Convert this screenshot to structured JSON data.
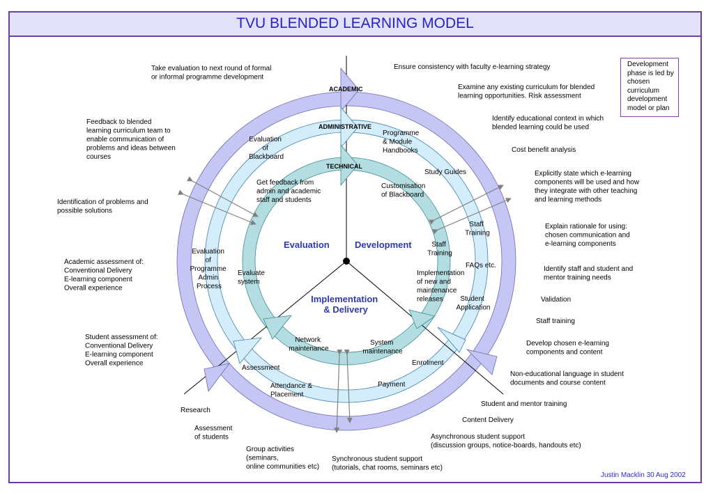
{
  "title": "TVU BLENDED LEARNING MODEL",
  "author": "Justin Macklin 30 Aug 2002",
  "dev_note": "Development phase is led by chosen curriculum development model or plan",
  "colors": {
    "frame": "#6a3fa6",
    "title_bg": "#e3e2fb",
    "title_text": "#2b1ec4",
    "outer_ring": "#c6c6f4",
    "middle_ring": "#d3eefa",
    "inner_ring": "#b3dde0",
    "sector_text": "#2f3aa8"
  },
  "rings": {
    "academic": "ACADEMIC",
    "administrative": "ADMINISTRATIVE",
    "technical": "TECHNICAL"
  },
  "sectors": {
    "evaluation": "Evaluation",
    "development": "Development",
    "implementation": [
      "Implementation",
      "& Delivery"
    ]
  },
  "labels": {
    "take_eval": [
      "Take evaluation to next round of formal",
      "or informal programme development"
    ],
    "feedback_blended": [
      "Feedback to blended",
      "learning curriculum team to",
      "enable communication of",
      "problems and ideas between",
      "courses"
    ],
    "identification": [
      "Identification of problems and",
      "possible solutions"
    ],
    "academic_assessment": [
      "Academic assessment of:",
      "Conventional Delivery",
      "E-learning component",
      "Overall experience"
    ],
    "student_assessment": [
      "Student assessment of:",
      "Conventional Delivery",
      "E-learning component",
      "Overall experience"
    ],
    "research": "Research",
    "assessment_of_students": [
      "Assessment",
      "of students"
    ],
    "group_activities": [
      "Group activities",
      "(seminars,",
      "online communities etc)"
    ],
    "synchronous": [
      "Synchronous student support",
      "(tutorials, chat rooms, seminars etc)"
    ],
    "asynchronous": [
      "Asynchronous student support",
      "(discussion groups, notice-boards, handouts etc)"
    ],
    "content_delivery": "Content Delivery",
    "student_mentor_training": "Student and mentor  training",
    "non_educational": [
      "Non-educational language in student",
      "documents and course content"
    ],
    "develop_chosen": [
      "Develop chosen e-learning",
      "components and content"
    ],
    "staff_training_out": "Staff training",
    "validation": "Validation",
    "identify_staff": [
      "Identify staff and student and",
      "mentor training needs"
    ],
    "explain_rationale": [
      "Explain rationale for using:",
      "chosen  communication and",
      "e-learning components"
    ],
    "explicitly_state": [
      "Explicitly state which e-learning",
      "components will be used and how",
      "they integrate with other teaching",
      "and learning methods"
    ],
    "cost_benefit": "Cost benefit analysis",
    "identify_context": [
      "Identify educational context in which",
      "blended learning could be used"
    ],
    "examine_curriculum": [
      "Examine any existing curriculum for blended",
      "learning opportunities. Risk assessment"
    ],
    "ensure_consistency": "Ensure consistency with faculty e-learning strategy",
    "evaluation_blackboard": [
      "Evaluation",
      "of",
      "Blackboard"
    ],
    "get_feedback": [
      "Get feedback from",
      "admin and academic",
      "staff and students"
    ],
    "eval_programme_admin": [
      "Evaluation",
      "of",
      "Programme",
      "Admin",
      "Process"
    ],
    "evaluate_system": [
      "Evaluate",
      "system"
    ],
    "programme_module": [
      "Programme",
      "& Module",
      "Handbooks"
    ],
    "study_guides": "Study Guides",
    "customisation": [
      "Customisation",
      "of Blackboard"
    ],
    "staff_training_mid": [
      "Staff",
      "Training"
    ],
    "staff_training_inner": [
      "Staff",
      "Training"
    ],
    "faqs": "FAQs etc.",
    "implementation_releases": [
      "Implementation",
      "of new and",
      "maintenance",
      "releases"
    ],
    "student_application": [
      "Student",
      "Application"
    ],
    "network_maintenance": [
      "Network",
      "maintenance"
    ],
    "system_maintenance": [
      "System",
      "maintenance"
    ],
    "enrolment": "Enrolment",
    "payment": "Payment",
    "assessment": "Assessment",
    "attendance": [
      "Attendance &",
      "Placement"
    ]
  }
}
